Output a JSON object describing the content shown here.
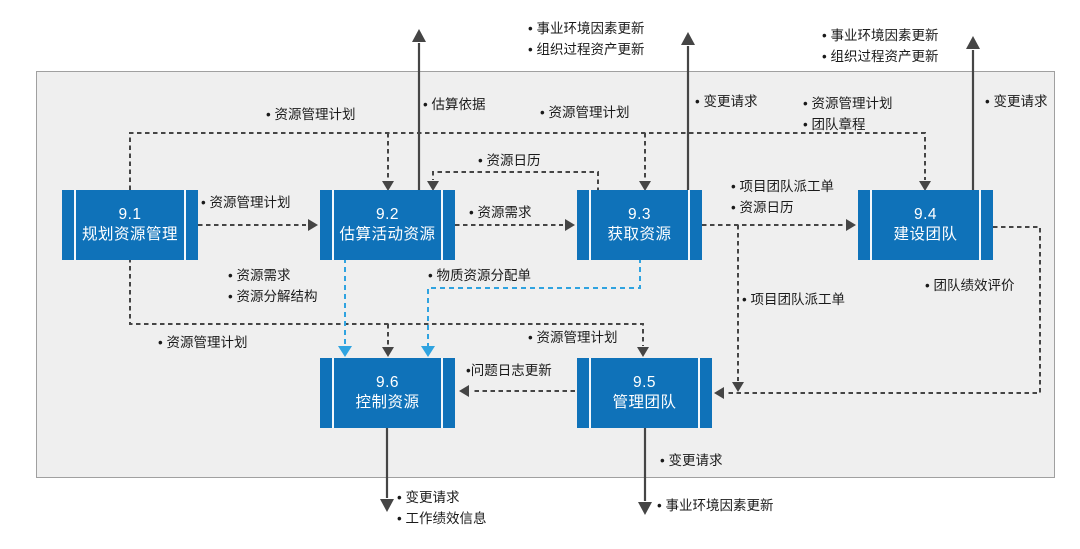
{
  "colors": {
    "box_blue": "#0f72b9",
    "box_text": "#ffffff",
    "arrow_dark": "#454545",
    "arrow_cyan": "#2fa3e0",
    "panel_bg": "#efefef",
    "panel_border": "#a0a0a0",
    "label_text": "#1a1a1a"
  },
  "processes": [
    {
      "id": "9.1",
      "name": "规划资源管理"
    },
    {
      "id": "9.2",
      "name": "估算活动资源"
    },
    {
      "id": "9.3",
      "name": "获取资源"
    },
    {
      "id": "9.4",
      "name": "建设团队"
    },
    {
      "id": "9.5",
      "name": "管理团队"
    },
    {
      "id": "9.6",
      "name": "控制资源"
    }
  ],
  "labels": {
    "top_line_left": [
      "• 资源管理计划"
    ],
    "estimate_basis": [
      "• 估算依据"
    ],
    "top_line_mid": [
      "• 资源管理计划"
    ],
    "acquire_eef_opa": [
      "• 事业环境因素更新",
      "• 组织过程资产更新"
    ],
    "acquire_change_requests": [
      "• 变更请求"
    ],
    "develop_inputs": [
      "• 资源管理计划",
      "• 团队章程"
    ],
    "develop_eef_opa": [
      "• 事业环境因素更新",
      "• 组织过程资产更新"
    ],
    "develop_change_requests": [
      "• 变更请求"
    ],
    "resource_calendars_top": [
      "• 资源日历"
    ],
    "plan_to_estimate": [
      "• 资源管理计划"
    ],
    "resource_requirements": [
      "• 资源需求"
    ],
    "acquire_to_develop": [
      "• 项目团队派工单",
      "• 资源日历"
    ],
    "estimate_to_control": [
      "• 资源需求",
      "• 资源分解结构"
    ],
    "physical_assignments": [
      "• 物质资源分配单"
    ],
    "plan_bottom": [
      "• 资源管理计划"
    ],
    "manage_input_plan": [
      "• 资源管理计划"
    ],
    "issue_log_updates": [
      "•问题日志更新"
    ],
    "team_assignments_branch": [
      "• 项目团队派工单"
    ],
    "team_performance": [
      "• 团队绩效评价"
    ],
    "manage_change_requests": [
      "• 变更请求"
    ],
    "control_outputs": [
      "• 变更请求",
      "• 工作绩效信息"
    ],
    "manage_eef_updates": [
      "• 事业环境因素更新"
    ]
  },
  "flows": [
    {
      "from": "9.1",
      "to": "9.2",
      "style": "dashed-dark",
      "label_refs": [
        "plan_to_estimate"
      ]
    },
    {
      "from": "9.1",
      "to": "9.2/9.3/9.4 (top line)",
      "style": "dashed-dark",
      "label_refs": [
        "top_line_left",
        "top_line_mid",
        "develop_inputs"
      ]
    },
    {
      "from": "9.1",
      "to": "9.6/9.5 (bottom line)",
      "style": "dashed-dark",
      "label_refs": [
        "plan_bottom",
        "manage_input_plan"
      ]
    },
    {
      "from": "9.2",
      "to": "9.3",
      "style": "dashed-dark",
      "label_refs": [
        "resource_requirements"
      ]
    },
    {
      "from": "9.2",
      "to": "up-out",
      "style": "solid-dark",
      "label_refs": [
        "estimate_basis"
      ]
    },
    {
      "from": "9.2",
      "to": "9.6",
      "style": "dashed-cyan",
      "label_refs": [
        "estimate_to_control"
      ]
    },
    {
      "from": "9.3",
      "to": "9.2",
      "style": "dashed-dark",
      "label_refs": [
        "resource_calendars_top"
      ]
    },
    {
      "from": "9.3",
      "to": "9.4",
      "style": "dashed-dark",
      "label_refs": [
        "acquire_to_develop"
      ]
    },
    {
      "from": "9.3",
      "to": "up-out",
      "style": "solid-dark",
      "label_refs": [
        "acquire_change_requests",
        "acquire_eef_opa"
      ]
    },
    {
      "from": "9.3",
      "to": "9.6",
      "style": "dashed-cyan",
      "label_refs": [
        "physical_assignments"
      ]
    },
    {
      "from": "9.3",
      "to": "9.5",
      "style": "dashed-dark",
      "label_refs": [
        "team_assignments_branch"
      ]
    },
    {
      "from": "9.4",
      "to": "up-out",
      "style": "solid-dark",
      "label_refs": [
        "develop_change_requests",
        "develop_eef_opa"
      ]
    },
    {
      "from": "9.4",
      "to": "9.5",
      "style": "dashed-dark",
      "label_refs": [
        "team_performance"
      ]
    },
    {
      "from": "9.5",
      "to": "9.6",
      "style": "dashed-dark",
      "label_refs": [
        "issue_log_updates"
      ]
    },
    {
      "from": "9.5",
      "to": "down-out",
      "style": "solid-dark",
      "label_refs": [
        "manage_change_requests",
        "manage_eef_updates"
      ]
    },
    {
      "from": "9.6",
      "to": "down-out",
      "style": "solid-dark",
      "label_refs": [
        "control_outputs"
      ]
    }
  ]
}
